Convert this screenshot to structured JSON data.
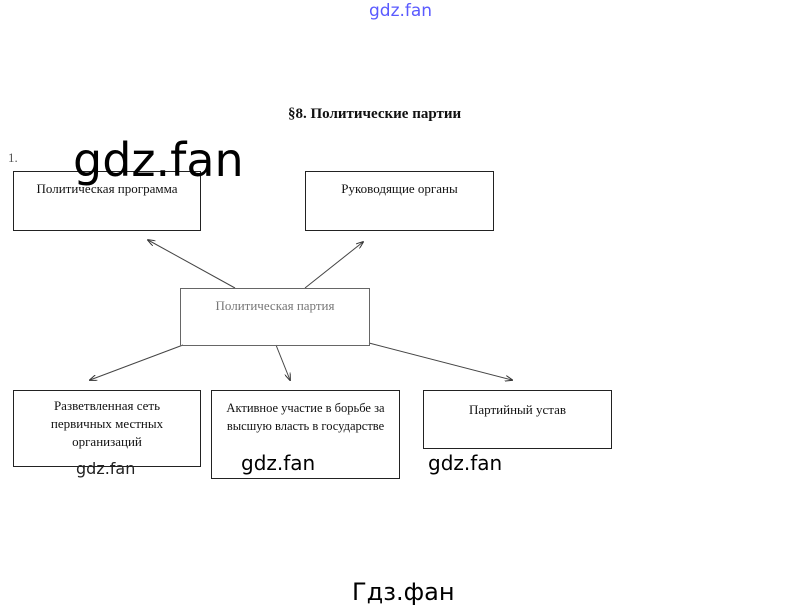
{
  "watermarks": {
    "top": "gdz.fan",
    "large": "gdz.fan",
    "box1": "gdz.fan",
    "box2": "gdz.fan",
    "box3": "gdz.fan",
    "bottom": "Гдз.фан"
  },
  "title": "§8. Политические партии",
  "task_number": "1.",
  "diagram": {
    "center": "Политическая партия",
    "top_left": "Политическая программа",
    "top_right": "Руководящие органы",
    "bottom_left": "Разветвленная сеть первичных местных организаций",
    "bottom_middle": "Активное участие в борьбе за высшую власть в государстве",
    "bottom_right": "Партийный устав"
  }
}
